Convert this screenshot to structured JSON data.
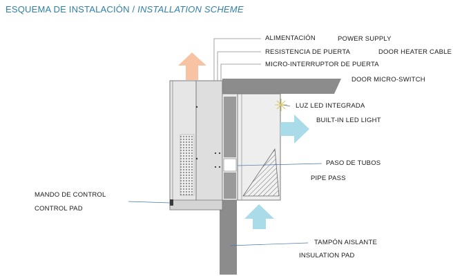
{
  "title": {
    "es": "ESQUEMA DE INSTALACIÓN",
    "separator": "/",
    "en": "INSTALLATION SCHEME"
  },
  "labels": {
    "alimentacion": "ALIMENTACIÓN",
    "power_supply": "POWER SUPPLY",
    "resistencia": "RESISTENCIA DE PUERTA",
    "door_heater": "DOOR HEATER CABLE",
    "micro_interruptor": "MICRO-INTERRUPTOR DE PUERTA",
    "door_micro": "DOOR MICRO-SWITCH",
    "luz_led": "LUZ LED INTEGRADA",
    "led_light": "BUILT-IN LED LIGHT",
    "paso_tubos": "PASO DE TUBOS",
    "pipe_pass": "PIPE PASS",
    "mando": "MANDO DE CONTROL",
    "control_pad": "CONTROL PAD",
    "tampon": "TAMPÓN AISLANTE",
    "insulation": "INSULATION PAD"
  },
  "colors": {
    "title": "#2f7fa8",
    "hot_air_arrow": "#f7c3a3",
    "cold_air_arrow": "#a9dbe8",
    "unit_body": "#e4e4e4",
    "wall_panel": "#8c8c8c",
    "pointer_line": "#4a74a8"
  },
  "icons": {
    "hot_air": "arrow-up-icon",
    "cold_air_out": "arrow-right-icon",
    "cold_air_in": "arrow-up-icon",
    "led": "sparkle-icon"
  }
}
